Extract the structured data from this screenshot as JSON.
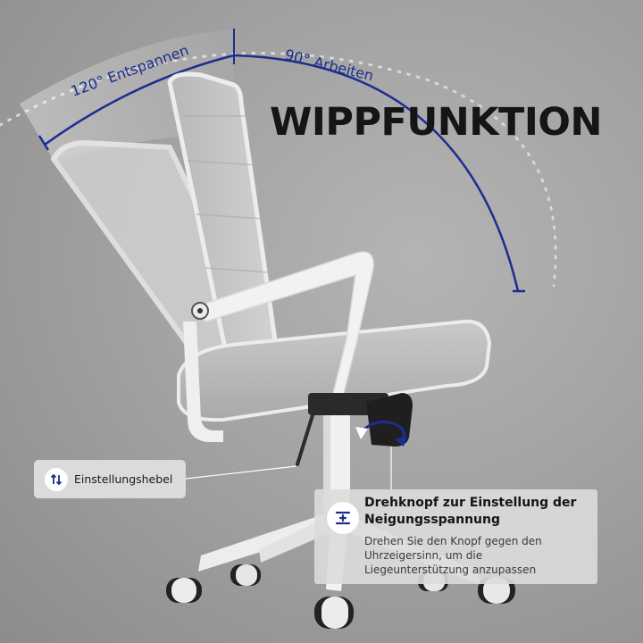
{
  "headline": "WIPPFUNKTION",
  "angle_labels": {
    "recline": "120° Entspannen",
    "work": "90° Arbeiten"
  },
  "adjust_lever": {
    "label": "Einstellungshebel",
    "icon": "up-down-arrows-icon"
  },
  "tension_knob": {
    "title_line1": "Drehknopf zur Einstellung der",
    "title_line2": "Neigungsspannung",
    "body_line1": "Drehen Sie den Knopf gegen den",
    "body_line2": "Uhrzeigersinn, um die",
    "body_line3": "Liegeunterstützung anzupassen",
    "icon": "tension-adjust-icon"
  },
  "colors": {
    "accent_blue": "#1c2d8f",
    "background": "#a3a3a3",
    "chair_frame": "#f2f2f2",
    "mesh": "#bdbdbd"
  }
}
